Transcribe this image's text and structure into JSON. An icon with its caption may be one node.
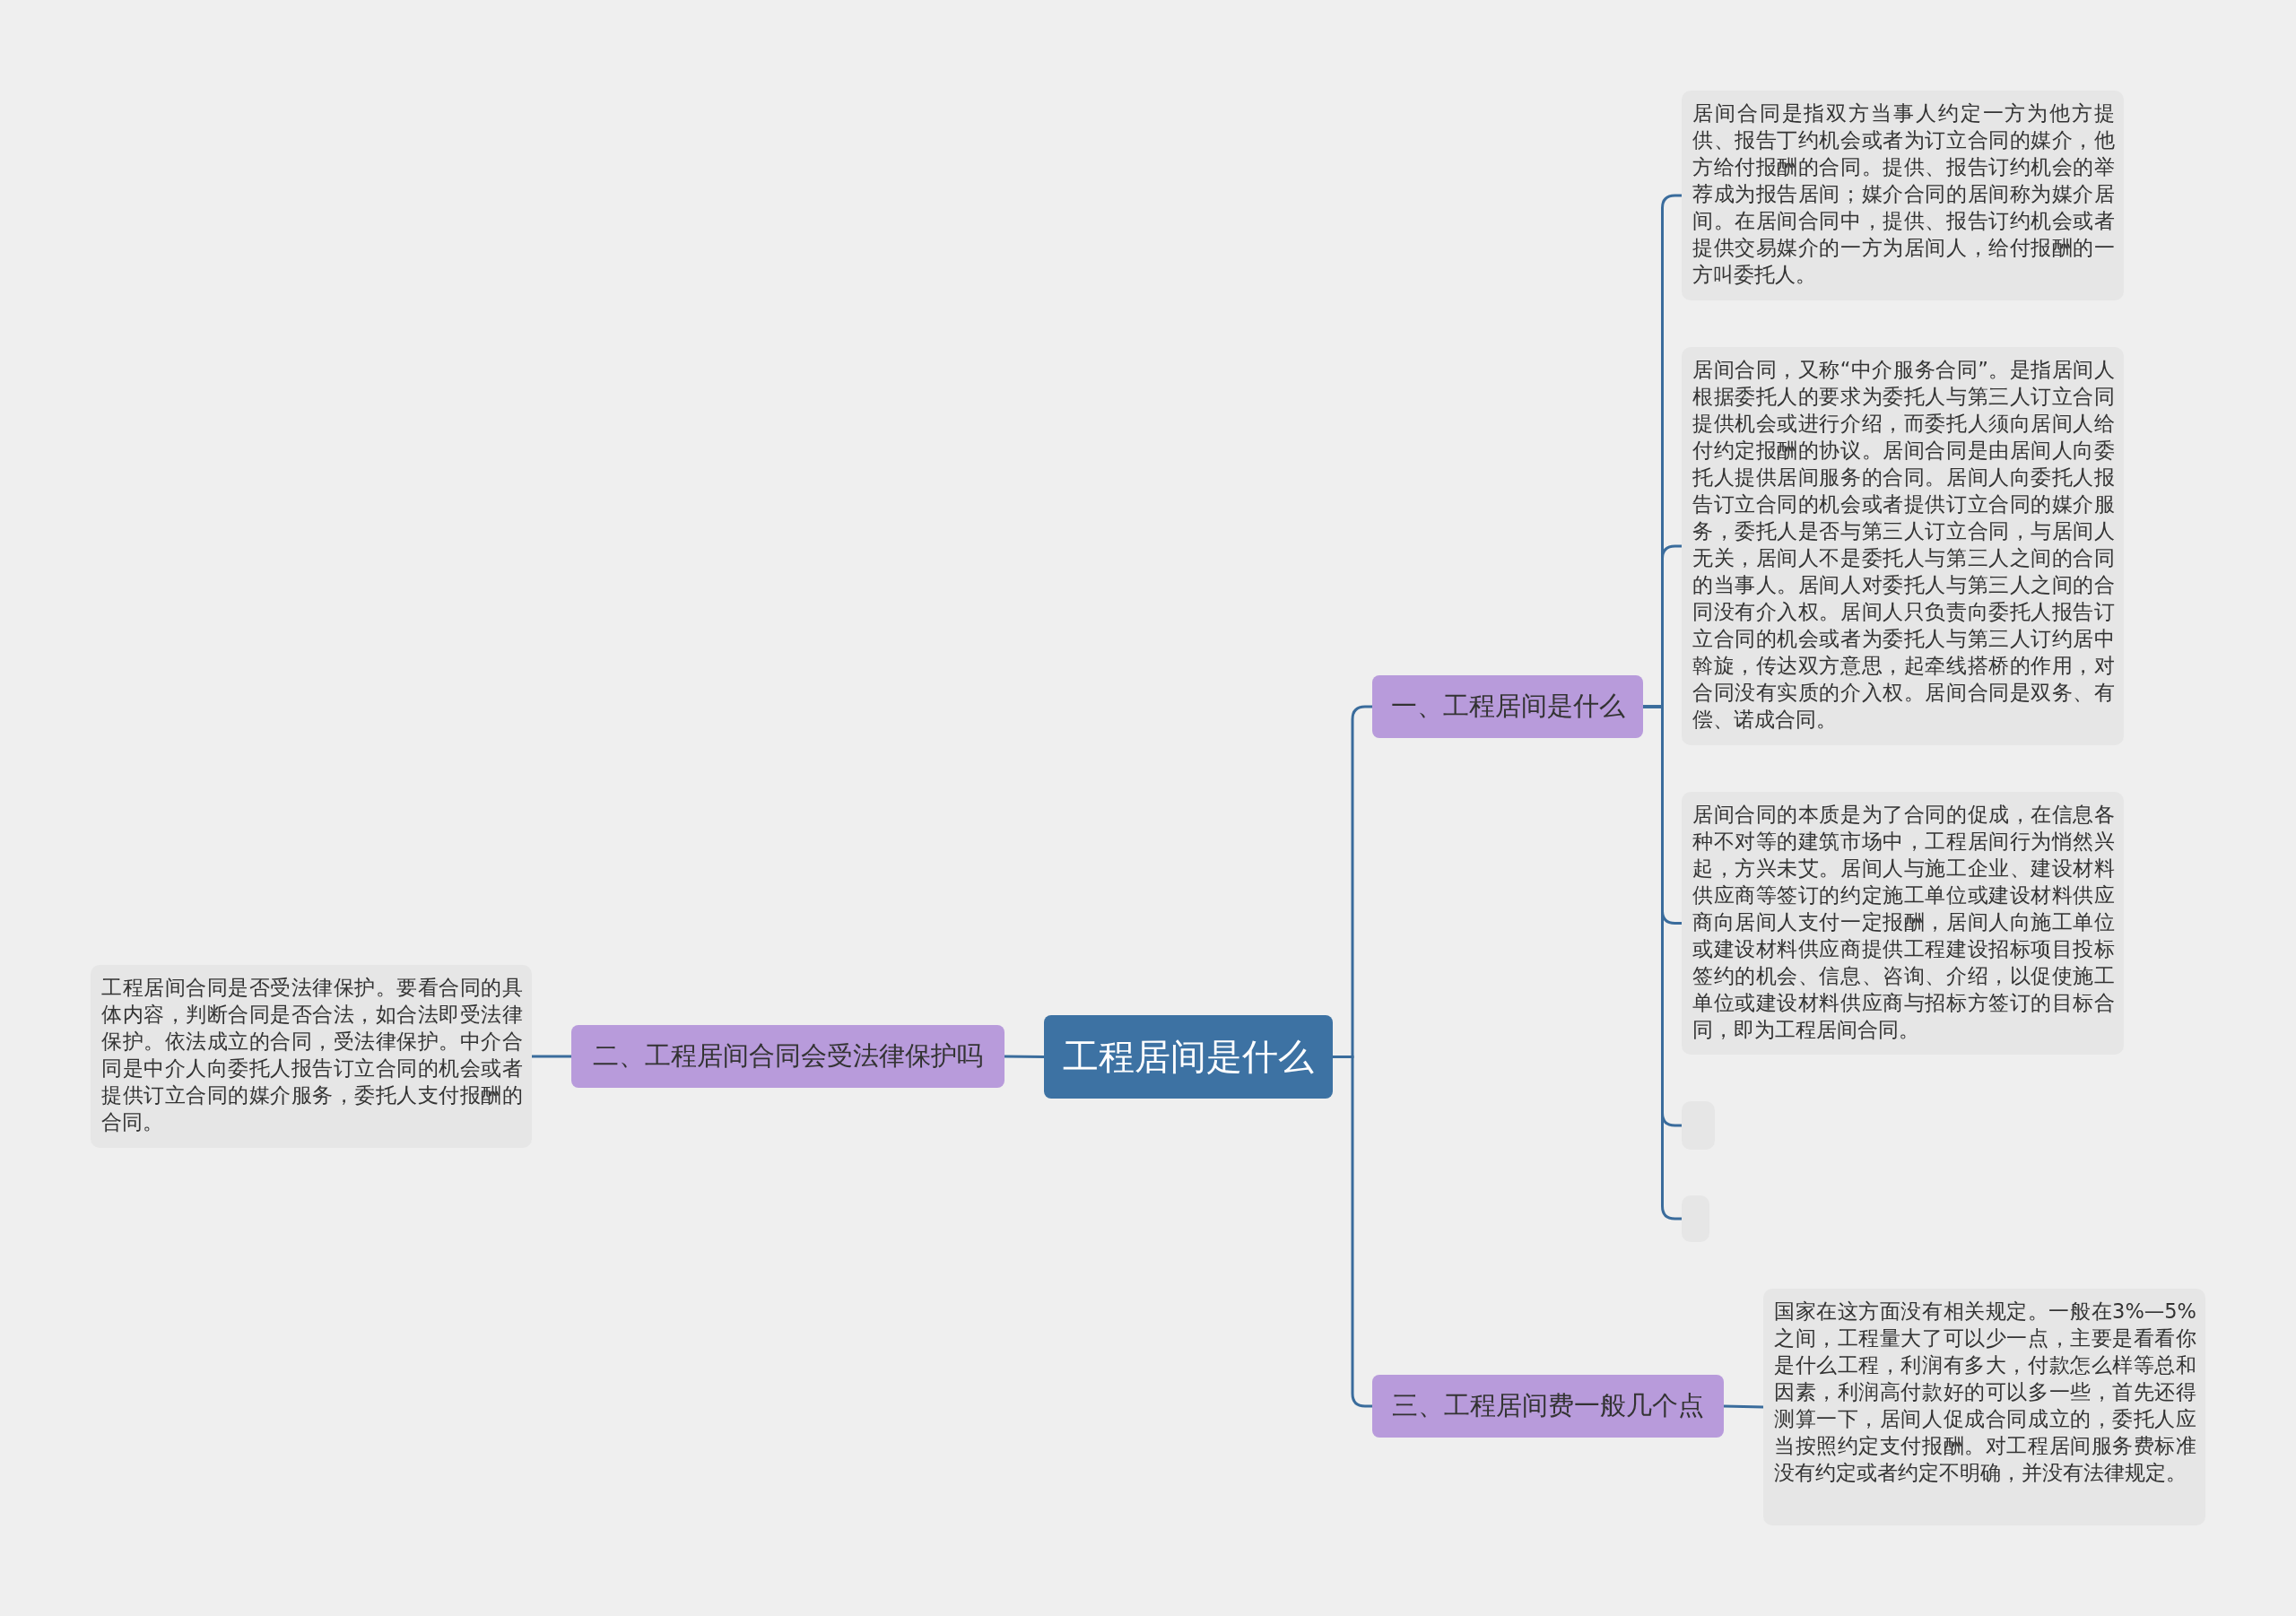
{
  "diagram": {
    "nodes": [
      {
        "text": [
          "工程居间是什么"
        ]
      },
      {
        "text": [
          "一、工程居间是什么"
        ]
      },
      {
        "text": [
          "居间合同是指双方当事人约定一方为他方提供、报告丁约机会或者为订立合同的媒介，他方给付报酬的合同。提供、报告订约机会的举荐成为报告居间；媒介合同的居间称为媒介居间。在居间合同中，提供、报告订约机会或者提供交易媒介的一方为居间人，给付报酬的一方叫委托人。"
        ]
      },
      {
        "text": [
          "居间合同，又称“中介服务合同”。是指居间人根据委托人的要求为委托人与第三人订立合同提供机会或进行介绍，而委托人须向居间人给付约定报酬的协议。居间合同是由居间人向委托人提供居间服务的合同。居间人向委托人报告订立合同的机会或者提供订立合同的媒介服务，委托人是否与第三人订立合同，与居间人无关，居间人不是委托人与第三人之间的合同的当事人。居间人对委托人与第三人之间的合同没有介入权。居间人只负责向委托人报告订立合同的机会或者为委托人与第三人订约居中斡旋，传达双方意思，起牵线搭桥的作用，对合同没有实质的介入权。居间合同是双务、有偿、诺成合同。"
        ]
      },
      {
        "text": [
          "居间合同的本质是为了合同的促成，在信息各种不对等的建筑市场中，工程居间行为悄然兴起，方兴未艾。居间人与施工企业、建设材料供应商等签订的约定施工单位或建设材料供应商向居间人支付一定报酬，居间人向施工单位或建设材料供应商提供工程建设招标项目投标签约的机会、信息、咨询、介绍，以促使施工单位或建设材料供应商与招标方签订的目标合同，即为工程居间合同。"
        ]
      },
      {
        "text": [],
        "shape": "box"
      },
      {
        "text": [],
        "shape": "box"
      },
      {
        "text": [
          "二、工程居间合同会受法律保护吗"
        ]
      },
      {
        "text": [
          "工程居间合同是否受法律保护。要看合同的具体内容，判断合同是否合法，如合法即受法律保护。依法成立的合同，受法律保护。中介合同是中介人向委托人报告订立合同的机会或者提供订立合同的媒介服务，委托人支付报酬的合同。"
        ]
      },
      {
        "text": [
          "三、工程居间费一般几个点"
        ]
      },
      {
        "text": [
          "国家在这方面没有相关规定。一般在3%—5%之间，工程量大了可以少一点，主要是看看你是什么工程，利润有多大，付款怎么样等总和因素，利润高付款好的可以多一些，首先还得测算一下，居间人促成合同成立的，委托人应当按照约定支付报酬。对工程居间服务费标准没有约定或者约定不明确，并没有法律规定。"
        ]
      }
    ],
    "edges": [
      {
        "from": 0,
        "to": 1,
        "arrow": "none"
      },
      {
        "from": 1,
        "to": 2,
        "arrow": "none"
      },
      {
        "from": 1,
        "to": 3,
        "arrow": "none"
      },
      {
        "from": 1,
        "to": 4,
        "arrow": "none"
      },
      {
        "from": 1,
        "to": 5,
        "arrow": "none"
      },
      {
        "from": 1,
        "to": 6,
        "arrow": "none"
      },
      {
        "from": 0,
        "to": 7,
        "arrow": "none"
      },
      {
        "from": 7,
        "to": 8,
        "arrow": "none"
      },
      {
        "from": 0,
        "to": 9,
        "arrow": "none"
      },
      {
        "from": 9,
        "to": 10,
        "arrow": "none"
      }
    ]
  }
}
